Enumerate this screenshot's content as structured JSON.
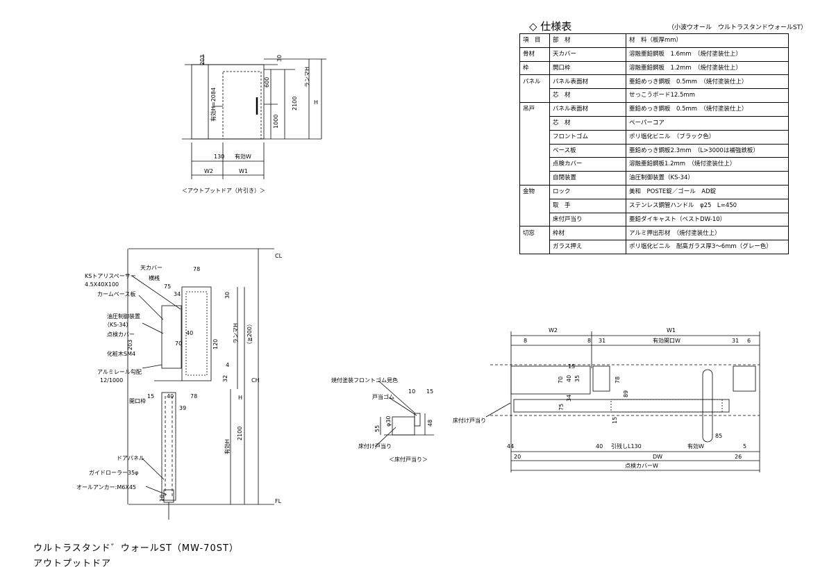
{
  "spec": {
    "title": "◇ 仕様表",
    "subtitle": "（小波ウオール　ウルトラスタンドウォールST）",
    "header": [
      "項　目",
      "部　材",
      "材　料（板厚mm）"
    ],
    "rows": [
      {
        "cat": "骨材",
        "part": "天カバー",
        "mat": "溶融亜鉛鋼板　1.6mm　（焼付塗装仕上）"
      },
      {
        "cat": "枠",
        "part": "開口枠",
        "mat": "溶融亜鉛鋼板　1.2mm　（焼付塗装仕上）"
      },
      {
        "cat": "パネル",
        "part": "パネル表面材",
        "mat": "亜鉛めっき鋼板　0.5mm　（焼付塗装仕上）"
      },
      {
        "cat": "",
        "part": "芯　材",
        "mat": "せっこうボード12.5mm"
      },
      {
        "cat": "吊戸",
        "part": "パネル表面材",
        "mat": "亜鉛めっき鋼板　0.5mm　（焼付塗装仕上）"
      },
      {
        "cat": "",
        "part": "芯　材",
        "mat": "ペーパーコア"
      },
      {
        "cat": "",
        "part": "フロントゴム",
        "mat": "ポリ塩化ビニル　（ブラック色）"
      },
      {
        "cat": "",
        "part": "ベース板",
        "mat": "亜鉛めっき鋼板2.3mm　（L>3000は補強鉄板）"
      },
      {
        "cat": "",
        "part": "点検カバー",
        "mat": "溶融亜鉛鋼板1.2mm　（焼付塗装仕上）"
      },
      {
        "cat": "",
        "part": "自閉装置",
        "mat": "油圧制御装置（KS-34）"
      },
      {
        "cat": "金物",
        "part": "ロック",
        "mat": "美和　POSTE錠／ゴール　AD錠"
      },
      {
        "cat": "",
        "part": "取　手",
        "mat": "ステンレス鋼管ハンドル　φ25　L=450"
      },
      {
        "cat": "",
        "part": "床付戸当り",
        "mat": "亜鉛ダイキャスト（ベストDW-10）"
      },
      {
        "cat": "切窓",
        "part": "枠材",
        "mat": "アルミ押出形材　（焼付塗装仕上）"
      },
      {
        "cat": "",
        "part": "ガラス押え",
        "mat": "ポリ塩化ビニル　耐高ガラス厚3〜6mm（グレー色）"
      }
    ]
  },
  "elevation": {
    "caption": "＜アウトプットドア（片引き）＞",
    "dims": {
      "d203": "203",
      "d30": "30",
      "d600": "600",
      "d2100": "2100",
      "d1000": "1000",
      "dH": "H",
      "ranma": "ランマH",
      "openH": "有効H=2084",
      "d130": "130",
      "yukoW": "有効W",
      "w2": "W2",
      "w1": "W1"
    }
  },
  "section": {
    "labels": {
      "tenCover": "天カバー",
      "spacer": "KSトアリスペーサー",
      "spacerSize": "4.5X40X100",
      "kiban": "横桟",
      "camBase": "カームベース板",
      "yuatsu": "油圧制御装置",
      "ks34": "（KS-34）",
      "tenken": "点検カバー",
      "kesho": "化粧木SM4",
      "alumi": "アルミレール勾配",
      "ratio": "12/1000",
      "kaikouwaku": "開口枠",
      "doorPanel": "ドアパネル",
      "roller": "ガイドローラー35φ",
      "anchor": "オールアンカー:M6X45",
      "cl": "CL",
      "fl": "FL",
      "ch": "CH",
      "h": "H",
      "ranmaH": "ランマH",
      "ranmaH2": "（≧200）",
      "yukoH": "有効H",
      "d2100": "2100"
    },
    "dims": {
      "d78": "78",
      "d75": "75",
      "d34": "34",
      "d30": "30",
      "d40": "40",
      "d70": "70",
      "d120": "120",
      "d203": "203",
      "d32": "32",
      "d4": "4",
      "d15": "15",
      "d40b": "40",
      "d78b": "78",
      "d39": "39",
      "d10": "10"
    }
  },
  "stopper": {
    "caption": "＜床付戸当り＞",
    "labels": {
      "front": "焼付塗装フロントゴム見色",
      "rubber": "戸当ゴム",
      "floor": "床付け戸当り"
    },
    "dims": {
      "d10": "10",
      "d15": "15",
      "d55": "55",
      "d48": "48",
      "d30": "φ30"
    }
  },
  "plan": {
    "labels": {
      "w2": "W2",
      "w1": "W1",
      "yukoW": "有効開口W",
      "floorStop": "床付け戸当り",
      "pull": "引残しL130",
      "yuko": "有効W",
      "dw": "DW",
      "cover": "点検カバーW"
    },
    "dims": {
      "d8a": "8",
      "d8b": "8",
      "d31a": "31",
      "d31b": "31",
      "d6": "6",
      "d15": "15",
      "d70": "70",
      "d78": "78",
      "d75": "75",
      "d34": "34",
      "d40": "40",
      "d35": "35",
      "d89": "89",
      "d15b": "15",
      "d44": "44",
      "d20": "20",
      "d40b": "40",
      "d85": "85",
      "d26": "26",
      "d5": "5"
    }
  },
  "title": {
    "line1": "ウルトラスタンド゛ウォールST（MW-70ST）",
    "line2": "アウトプットドア"
  }
}
